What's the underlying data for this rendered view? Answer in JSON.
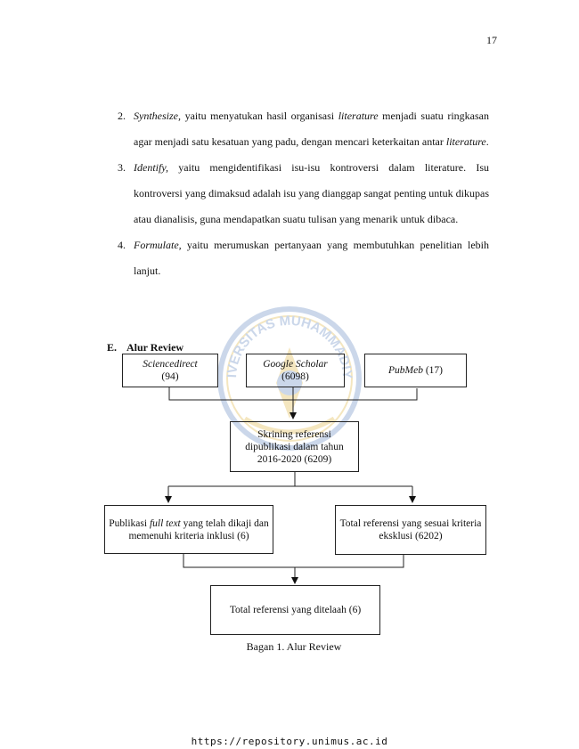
{
  "page_number": "17",
  "list_items": [
    {
      "num": "2.",
      "term": "Synthesize,",
      "text_a": " yaitu menyatukan hasil organisasi ",
      "term2": "literature",
      "text_b": " menjadi suatu ringkasan agar menjadi satu kesatuan yang padu, dengan mencari keterkaitan antar ",
      "term3": "literature",
      "text_c": "."
    },
    {
      "num": "3.",
      "term": "Identify,",
      "text_a": " yaitu mengidentifikasi isu-isu kontroversi dalam literature. Isu kontroversi yang dimaksud adalah isu yang dianggap sangat penting untuk dikupas atau dianalisis, guna mendapatkan suatu tulisan yang menarik untuk dibaca."
    },
    {
      "num": "4.",
      "term": "Formulate,",
      "text_a": " yaitu merumuskan pertanyaan yang membutuhkan penelitian lebih lanjut."
    }
  ],
  "section": {
    "letter": "E.",
    "title": "Alur Review"
  },
  "watermark_text": "UNIVERSITAS MUHAMMADIYAH",
  "flow": {
    "source1_name": "Sciencedirect",
    "source1_count": "(94)",
    "source2_name": "Google Scholar",
    "source2_count": "(6098)",
    "source3_name": "PubMeb",
    "source3_count": " (17)",
    "screening": "Skrining referensi dipublikasi dalam tahun 2016-2020 (6209)",
    "left_a": "Publikasi ",
    "left_term": "full text",
    "left_b": " yang telah dikaji dan memenuhi kriteria inklusi (6)",
    "right": "Total referensi yang sesuai kriteria eksklusi (6202)",
    "final": "Total referensi yang ditelaah (6)"
  },
  "caption": "Bagan 1. Alur Review",
  "footer_url": "https://repository.unimus.ac.id",
  "colors": {
    "watermark": "#e2b84a",
    "watermark_blue": "#6c8fc4"
  }
}
